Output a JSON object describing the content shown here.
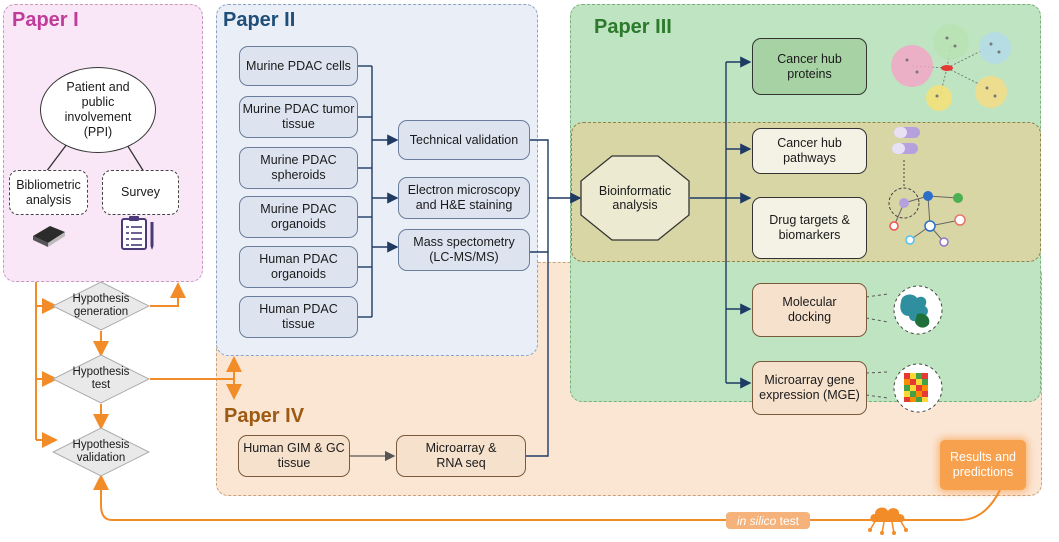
{
  "papers": {
    "paper1": "Paper I",
    "paper2": "Paper II",
    "paper3": "Paper III",
    "paper4": "Paper IV"
  },
  "paper1": {
    "ppi": "Patient and\npublic\ninvolvement\n(PPI)",
    "bibliometric": "Bibliometric\nanalysis",
    "survey": "Survey"
  },
  "hypothesis": {
    "generation": "Hypothesis\ngeneration",
    "test": "Hypothesis\ntest",
    "validation": "Hypothesis\nvalidation"
  },
  "paper2": {
    "samples": [
      "Murine PDAC cells",
      "Murine PDAC tumor\ntissue",
      "Murine PDAC\nspheroids",
      "Murine PDAC\norganoids",
      "Human PDAC\norganoids",
      "Human PDAC\ntissue"
    ],
    "methods": [
      "Technical validation",
      "Electron microscopy\nand H&E staining",
      "Mass spectometry\n(LC-MS/MS)"
    ]
  },
  "paper4": {
    "tissue": "Human GIM & GC\ntissue",
    "method": "Microarray &\nRNA seq"
  },
  "bioinformatic": "Bioinformatic\nanalysis",
  "paper3": {
    "outputs": [
      "Cancer hub\nproteins",
      "Cancer hub\npathways",
      "Drug targets &\nbiomarkers",
      "Molecular\ndocking",
      "Microarray gene\nexpression (MGE)"
    ]
  },
  "results": "Results and\npredictions",
  "insilico": {
    "italic": "in silico",
    "rest": " test"
  },
  "colors": {
    "paper1_bg": "#f9e6f6",
    "paper1_title": "#c13c9a",
    "paper2_bg": "#e9eef7",
    "paper2_title": "#1f4e79",
    "paper3_bg": "#bfe4c2",
    "paper3_title": "#2d7a2d",
    "paper3_inner_bg": "#d9d6a6",
    "paper4_bg": "#fbe6d4",
    "paper4_title": "#9c5a12",
    "arrow_orange": "#f28c28",
    "arrow_dark": "#1f3b63"
  },
  "icons": {
    "book": "book-icon",
    "clipboard": "clipboard-icon",
    "network": "protein-network-icon",
    "pill": "pill-icon",
    "graph": "drug-target-graph-icon",
    "protein": "protein-structure-icon",
    "heatmap": "heatmap-icon",
    "cloud": "cloud-computing-icon"
  }
}
